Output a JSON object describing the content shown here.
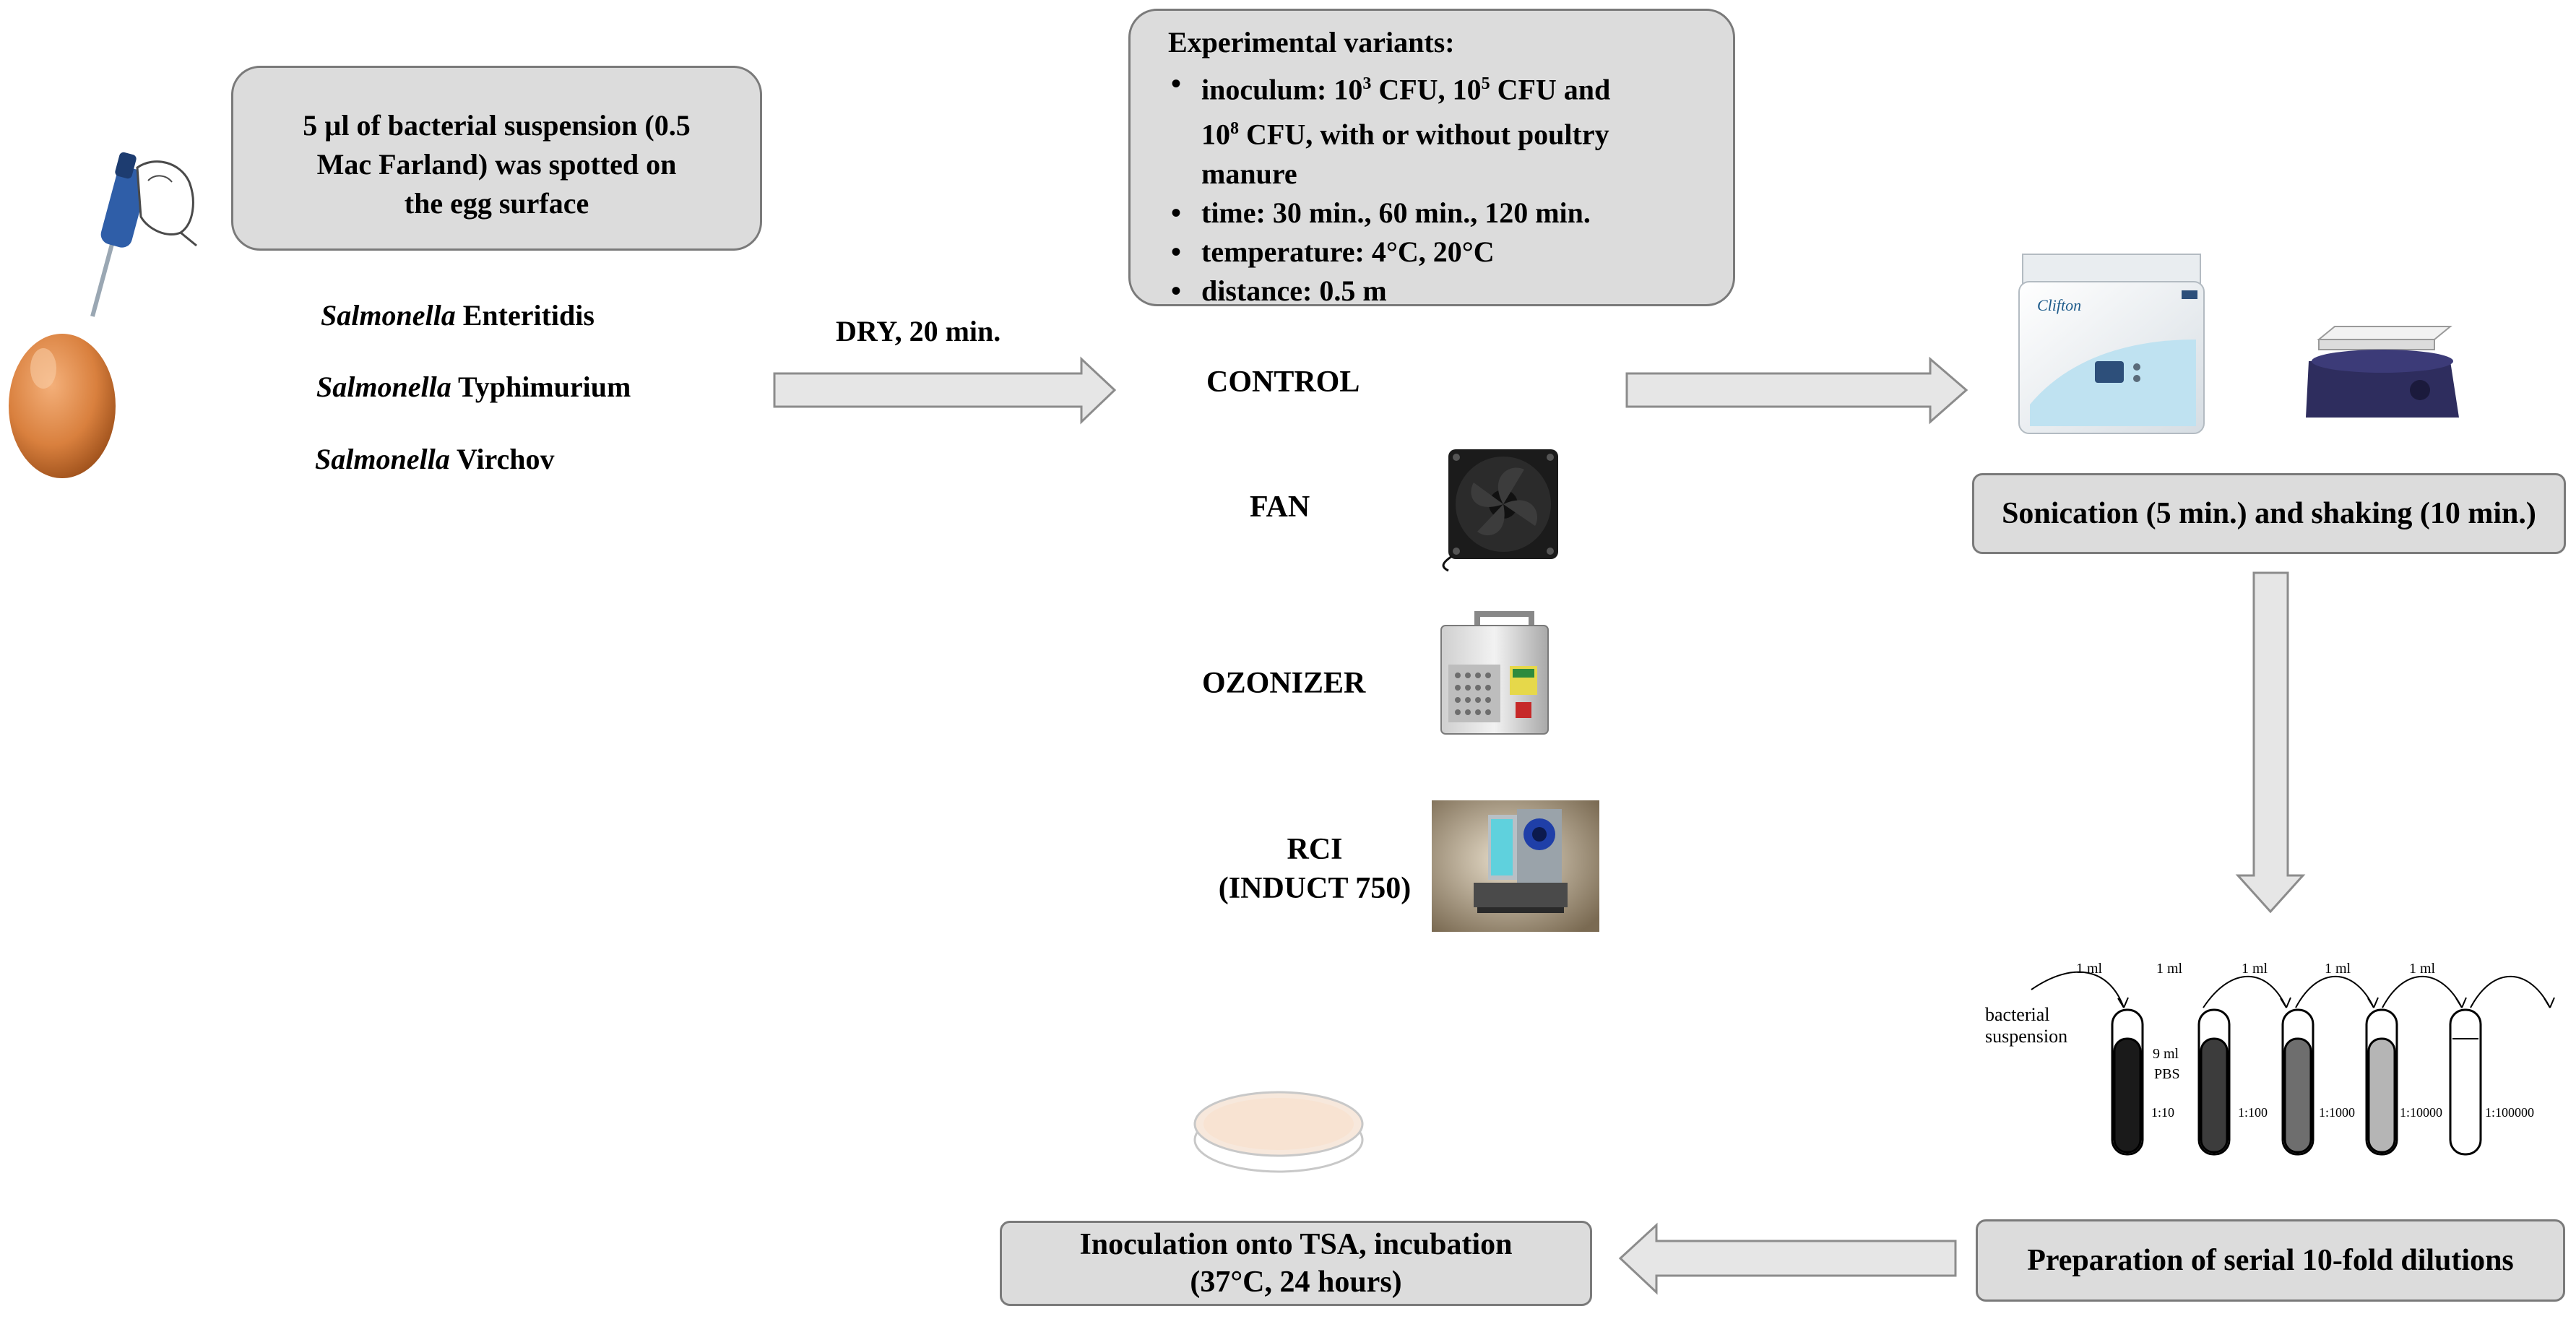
{
  "inoculation_box": {
    "line1": "5 µl of bacterial suspension (0.5",
    "line2": "Mac Farland) was spotted on",
    "line3": "the egg surface"
  },
  "species": [
    {
      "genus": "Salmonella",
      "serovar": "Enteritidis"
    },
    {
      "genus": "Salmonella",
      "serovar": "Typhimurium"
    },
    {
      "genus": "Salmonella",
      "serovar": "Virchov"
    }
  ],
  "dry_label": "DRY, 20 min.",
  "variants": {
    "title": "Experimental variants:",
    "inoculum_a": "inoculum: 10",
    "inoculum_exp1": "3",
    "inoculum_b": " CFU, 10",
    "inoculum_exp2": "5",
    "inoculum_c": " CFU and",
    "inoculum_d": "10",
    "inoculum_exp3": "8",
    "inoculum_e": " CFU, with or without poultry",
    "inoculum_f": "manure",
    "time": "time: 30 min., 60 min., 120 min.",
    "temperature": "temperature: 4°C, 20°C",
    "distance": "distance: 0.5 m"
  },
  "treatments": {
    "control": "CONTROL",
    "fan": "FAN",
    "ozonizer": "OZONIZER",
    "rci_1": "RCI",
    "rci_2": "(INDUCT 750)"
  },
  "sonication_label": "Sonication (5 min.) and shaking (10 min.)",
  "dilution_figure": {
    "transfer_labels": [
      "1 ml",
      "1 ml",
      "1 ml",
      "1 ml",
      "1 ml"
    ],
    "bacterial_1": "bacterial",
    "bacterial_2": "suspension",
    "pbs_1": "9 ml",
    "pbs_2": "PBS",
    "ratios": [
      "1:10",
      "1:100",
      "1:1000",
      "1:10000",
      "1:100000"
    ]
  },
  "dilution_label": "Preparation of serial 10-fold dilutions",
  "incubation": {
    "line1": "Inoculation onto TSA, incubation",
    "line2": "(37°C, 24 hours)"
  },
  "colors": {
    "box_fill": "#dcdcdc",
    "box_border": "#7a7a7a",
    "arrow_fill": "#e6e6e6",
    "arrow_stroke": "#8c8c8c",
    "egg": "#d9803e"
  },
  "icons": [
    "pipette-hand-icon",
    "egg-icon",
    "fan-icon",
    "ozonizer-icon",
    "rci-device-icon",
    "ultrasonic-bath-icon",
    "orbital-shaker-icon",
    "petri-dish-icon",
    "test-tube-icon"
  ]
}
